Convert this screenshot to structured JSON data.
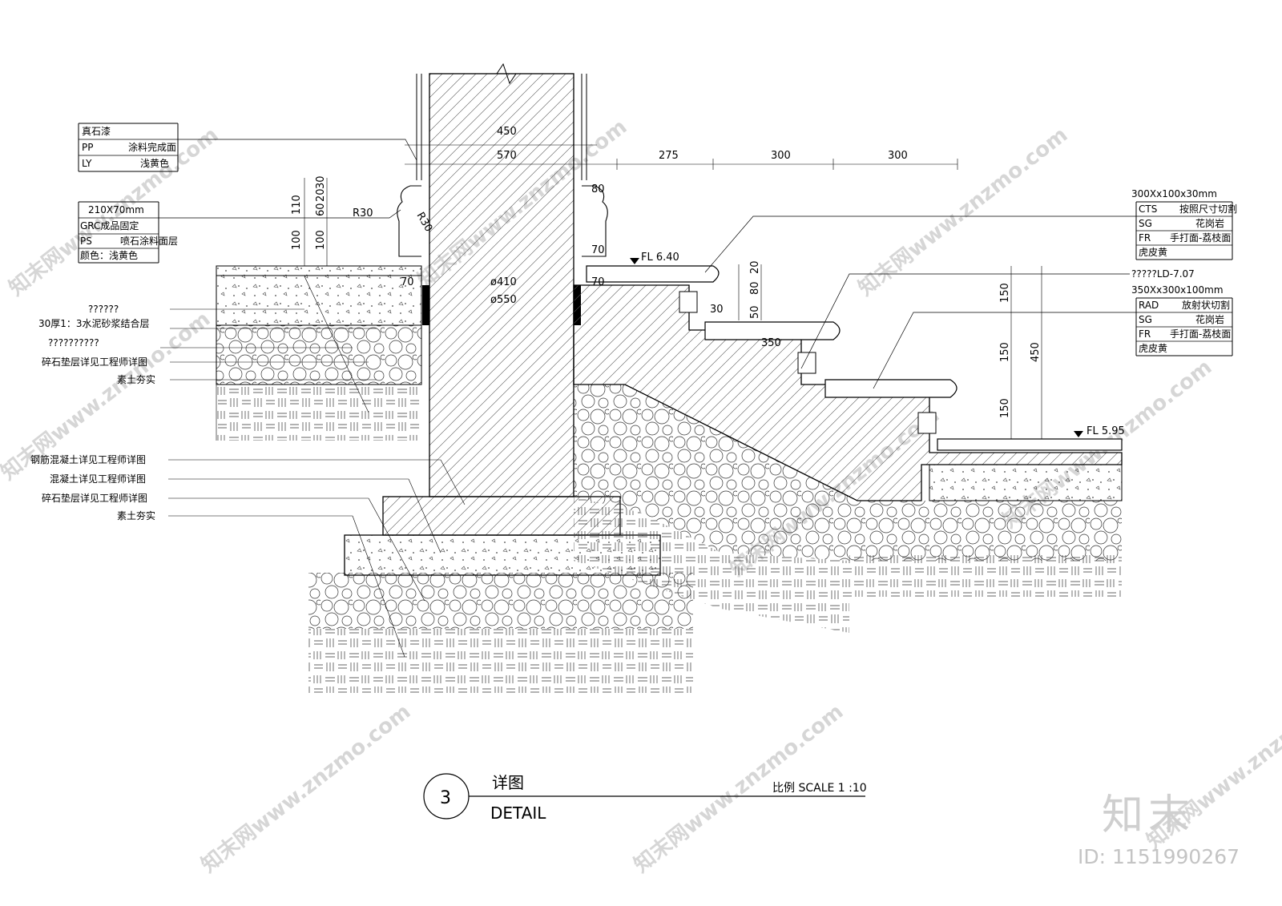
{
  "left_wall_callout": {
    "rows": [
      {
        "code": "真石漆",
        "desc": ""
      },
      {
        "code": "PP",
        "desc": "涂料完成面"
      },
      {
        "code": "LY",
        "desc": "浅黄色"
      }
    ]
  },
  "cap_callout": {
    "rows": [
      {
        "code": "210X70mm",
        "desc": ""
      },
      {
        "code": "GRC成品固定",
        "desc": ""
      },
      {
        "code": "PS",
        "desc": "喷石涂料面层"
      },
      {
        "code": "颜色：浅黄色",
        "desc": ""
      }
    ]
  },
  "left_layers": [
    "??????",
    "30厚1：3水泥砂浆结合层",
    "??????????",
    "碎石垫层详见工程师详图",
    "素土夯实"
  ],
  "footing_layers": [
    "钢筋混凝土详见工程师详图",
    "混凝土详见工程师详图",
    "碎石垫层详见工程师详图",
    "素土夯实"
  ],
  "tread_callout": {
    "rows": [
      {
        "code": "300Xx100x30mm",
        "desc": ""
      },
      {
        "code": "CTS",
        "desc": "按照尺寸切割"
      },
      {
        "code": "SG",
        "desc": "花岗岩"
      },
      {
        "code": "FR",
        "desc": "手打面-荔枝面"
      },
      {
        "code": "虎皮黄",
        "desc": ""
      }
    ]
  },
  "ld_note": "?????LD-7.07",
  "step_callout": {
    "rows": [
      {
        "code": "350Xx300x100mm",
        "desc": ""
      },
      {
        "code": "RAD",
        "desc": "放射状切割"
      },
      {
        "code": "SG",
        "desc": "花岗岩"
      },
      {
        "code": "FR",
        "desc": "手打面-荔枝面"
      },
      {
        "code": "虎皮黄",
        "desc": ""
      }
    ]
  },
  "dims": {
    "d450": "450",
    "d570": "570",
    "d275": "275",
    "d300a": "300",
    "d300b": "300",
    "d110": "110",
    "d100a": "100",
    "d100b": "100",
    "d20": "20",
    "d30": "30",
    "d60": "60",
    "r30a": "R30",
    "r30b": "R30",
    "d80t": "80",
    "d70a": "70",
    "d70b": "70",
    "d70c": "70",
    "dia410": "ø410",
    "dia550": "ø550",
    "r20": "20",
    "r80": "80",
    "r50": "50",
    "r30": "30",
    "d350": "350",
    "s150a": "150",
    "s150b": "150",
    "s150c": "150",
    "s450": "450"
  },
  "levels": {
    "upper": "FL 6.40",
    "lower": "FL 5.95"
  },
  "title_block": {
    "number": "3",
    "title_cn": "详图",
    "title_en": "DETAIL",
    "scale": "比例 SCALE 1 :10"
  },
  "watermarks": {
    "text": "知末网www.znzmo.com",
    "brand": "知末",
    "id": "ID: 1151990267"
  }
}
